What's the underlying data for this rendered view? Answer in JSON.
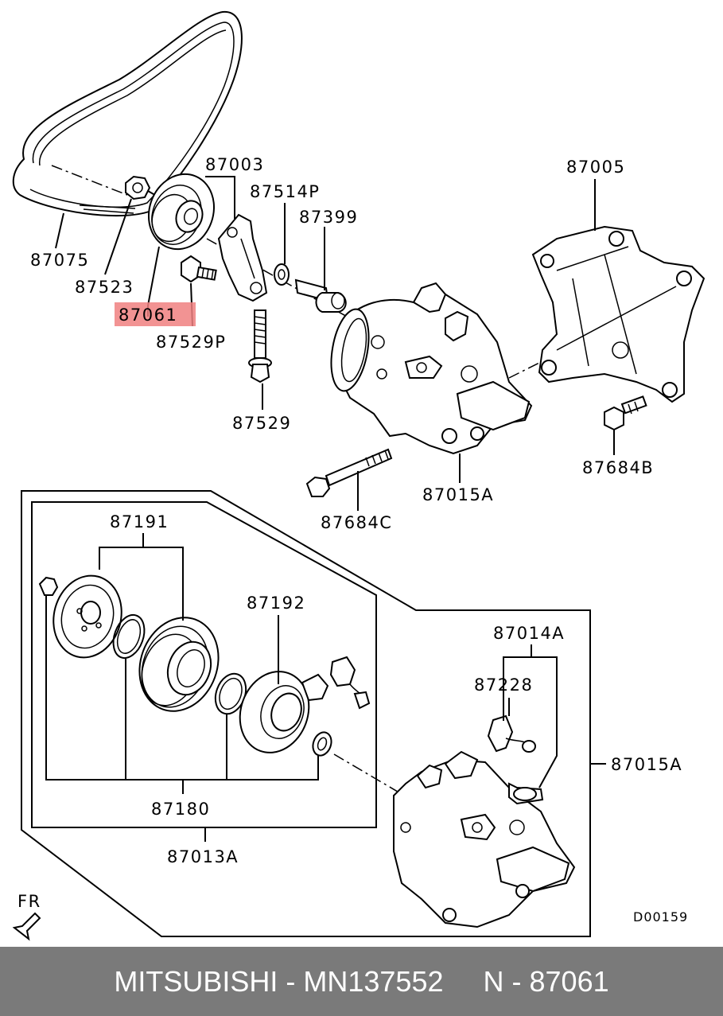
{
  "labels": {
    "p87075": "87075",
    "p87523": "87523",
    "p87061": "87061",
    "p87529p": "87529P",
    "p87003": "87003",
    "p87514p": "87514P",
    "p87399": "87399",
    "p87529": "87529",
    "p87005": "87005",
    "p87684b": "87684B",
    "p87015a_top": "87015A",
    "p87684c": "87684C",
    "p87191": "87191",
    "p87192": "87192",
    "p87180": "87180",
    "p87013a": "87013A",
    "p87014a": "87014A",
    "p87228": "87228",
    "p87015a_right": "87015A",
    "fr": "FR",
    "diagram_code": "D00159"
  },
  "highlight_color": "#f08080",
  "footer": {
    "text": "MITSUBISHI - MN137552     N - 87061"
  }
}
